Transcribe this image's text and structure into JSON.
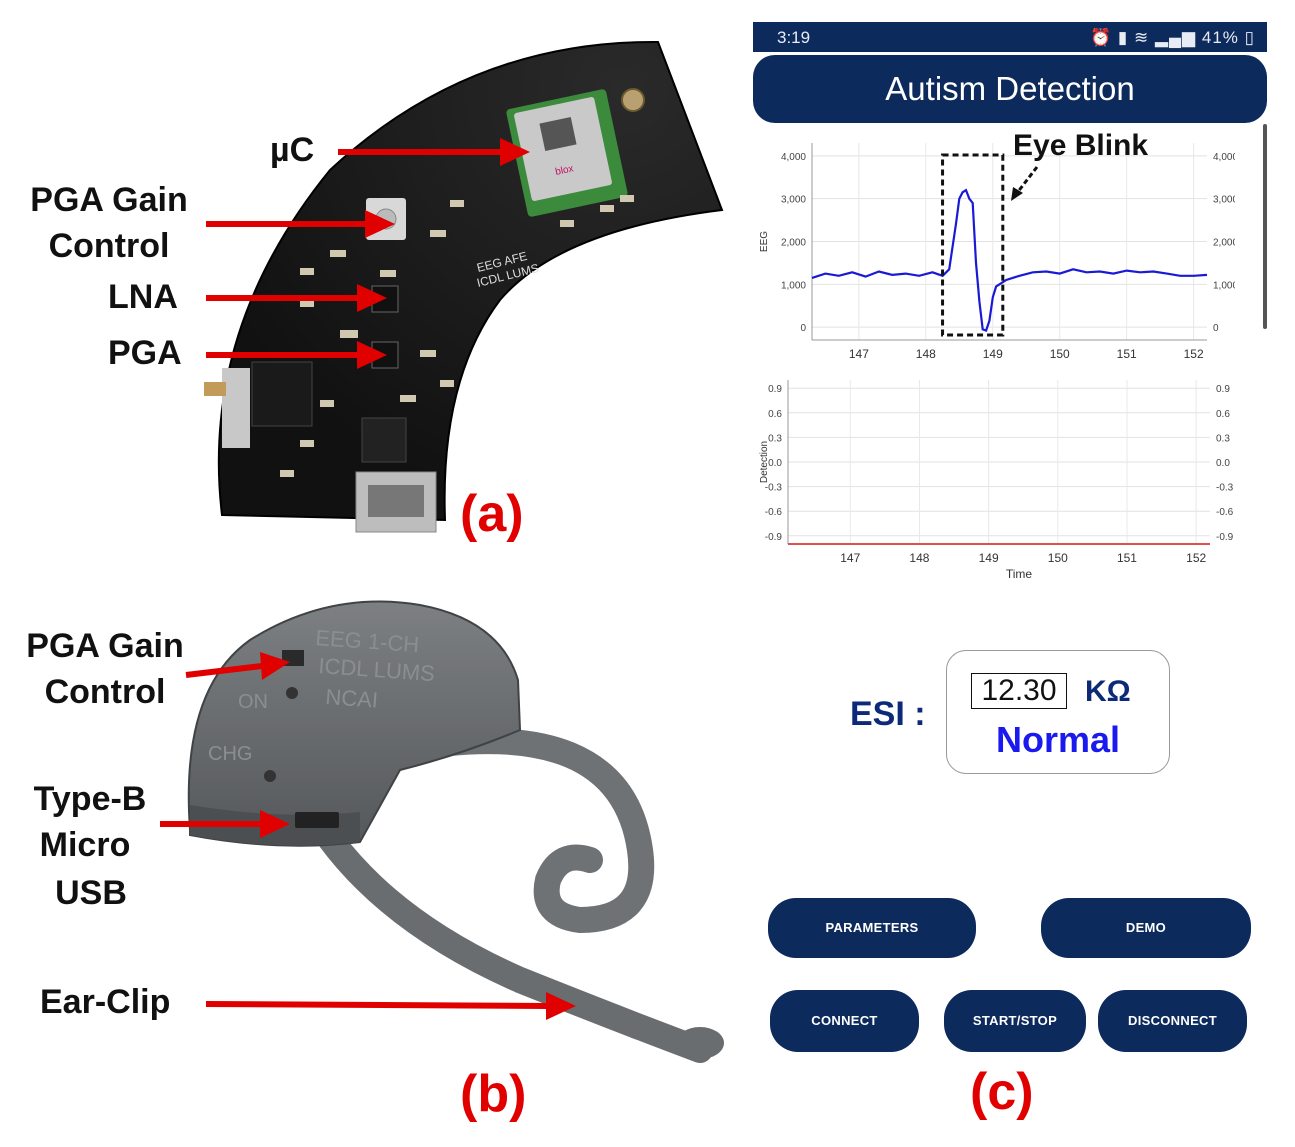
{
  "panel_a": {
    "labels": {
      "uc": "µC",
      "pga_gain_1": "PGA Gain",
      "pga_gain_2": "Control",
      "lna": "LNA",
      "pga": "PGA"
    },
    "board_text_1": "EEG AFE",
    "board_text_2": "ICDL LUMS",
    "chip_brand": "blox",
    "letter": "(a)"
  },
  "panel_b": {
    "labels": {
      "pga_gain_1": "PGA Gain",
      "pga_gain_2": "Control",
      "usb_1": "Type-B",
      "usb_2": "Micro",
      "usb_3": "USB",
      "ear_clip": "Ear-Clip"
    },
    "engraving_1": "EEG 1-CH",
    "engraving_2": "ICDL LUMS",
    "engraving_3": "NCAI",
    "engraving_on": "ON",
    "engraving_chg": "CHG",
    "letter": "(b)"
  },
  "panel_c": {
    "status_bar": {
      "time": "3:19",
      "battery": "41%"
    },
    "app_title": "Autism Detection",
    "letter": "(c)"
  },
  "chart_data": [
    {
      "type": "line",
      "ylabel": "EEG",
      "annotation": "Eye Blink",
      "x_ticks": [
        "147",
        "148",
        "149",
        "150",
        "151",
        "152"
      ],
      "y_ticks": [
        "4,000",
        "3,000",
        "2,000",
        "1,000",
        "0"
      ],
      "xlim": [
        146.3,
        152.2
      ],
      "ylim": [
        -300,
        4300
      ],
      "grid": true,
      "series_color": "#1a1ad6",
      "x": [
        146.3,
        146.5,
        146.7,
        146.9,
        147.1,
        147.3,
        147.5,
        147.7,
        147.9,
        148.1,
        148.25,
        148.35,
        148.45,
        148.5,
        148.55,
        148.6,
        148.65,
        148.7,
        148.75,
        148.8,
        148.85,
        148.9,
        148.95,
        149.0,
        149.05,
        149.1,
        149.2,
        149.4,
        149.6,
        149.8,
        150.0,
        150.2,
        150.4,
        150.6,
        150.8,
        151.0,
        151.2,
        151.4,
        151.6,
        151.8,
        152.0,
        152.2
      ],
      "y": [
        1150,
        1250,
        1200,
        1280,
        1180,
        1300,
        1220,
        1250,
        1200,
        1280,
        1200,
        1350,
        2400,
        3000,
        3150,
        3200,
        3000,
        2900,
        1500,
        600,
        -50,
        -80,
        150,
        700,
        950,
        1000,
        1100,
        1200,
        1280,
        1300,
        1250,
        1350,
        1280,
        1300,
        1250,
        1320,
        1280,
        1300,
        1250,
        1200,
        1200,
        1220
      ]
    },
    {
      "type": "line",
      "ylabel": "Detection",
      "xlabel": "Time",
      "x_ticks": [
        "147",
        "148",
        "149",
        "150",
        "151",
        "152"
      ],
      "y_ticks": [
        "0.9",
        "0.6",
        "0.3",
        "0.0",
        "-0.3",
        "-0.6",
        "-0.9"
      ],
      "xlim": [
        146.1,
        152.2
      ],
      "ylim": [
        -1.0,
        1.0
      ],
      "grid": true,
      "series_color": "#e05050",
      "x": [
        146.1,
        152.2
      ],
      "y": [
        -1.0,
        -1.0
      ]
    }
  ],
  "esi": {
    "label": "ESI :",
    "value": "12.30",
    "unit": "KΩ",
    "status": "Normal"
  },
  "buttons": {
    "parameters": "PARAMETERS",
    "demo": "DEMO",
    "connect": "CONNECT",
    "start_stop": "START/STOP",
    "disconnect": "DISCONNECT"
  }
}
